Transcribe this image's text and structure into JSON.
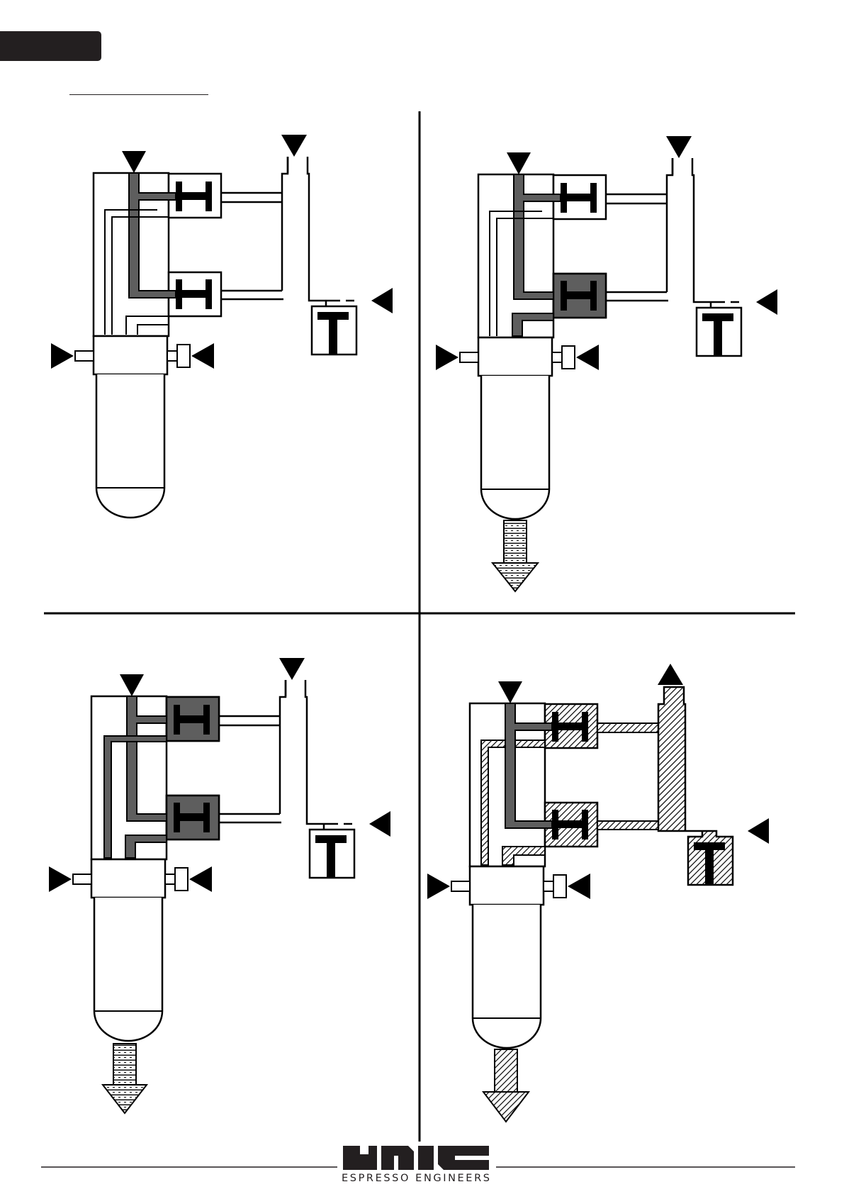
{
  "header": {
    "section_tab_color": "#231f20"
  },
  "diagram": {
    "layout": "2x2 grid",
    "panels": [
      {
        "position": "top-left",
        "state": "idle",
        "dispensing": false,
        "flow_fill": "none"
      },
      {
        "position": "top-right",
        "state": "lower valve pressurised",
        "dispensing": true,
        "flow_fill": "plain"
      },
      {
        "position": "bottom-left",
        "state": "both valves pressurised",
        "dispensing": true,
        "flow_fill": "plain"
      },
      {
        "position": "bottom-right",
        "state": "exhaust",
        "dispensing": true,
        "flow_fill": "hatched"
      }
    ],
    "colors": {
      "line": "#000000",
      "pressurised": "#5e5e5e",
      "hatch": "#000000",
      "background": "#ffffff"
    }
  },
  "footer": {
    "brand": "UNIC",
    "tagline": "ESPRESSO ENGINEERS"
  }
}
